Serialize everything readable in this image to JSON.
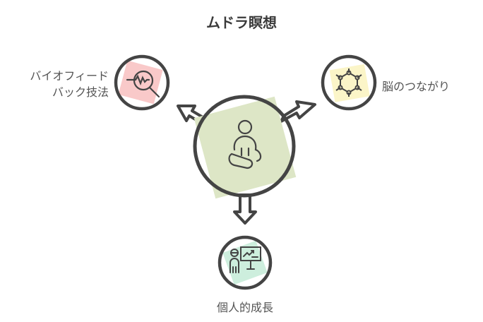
{
  "title": "ムドラ瞑想",
  "center": {
    "icon": "meditation-person-icon",
    "color": "#dde6c6"
  },
  "nodes": [
    {
      "line1": "バイオフィード",
      "line2": "バック技法",
      "icon": "biofeedback-magnifier-icon",
      "color": "#f9c9c9"
    },
    {
      "label": "脳のつながり",
      "icon": "neural-network-icon",
      "color": "#fbf5c8"
    },
    {
      "label": "個人的成長",
      "icon": "presentation-growth-icon",
      "color": "#cdeedd"
    }
  ]
}
